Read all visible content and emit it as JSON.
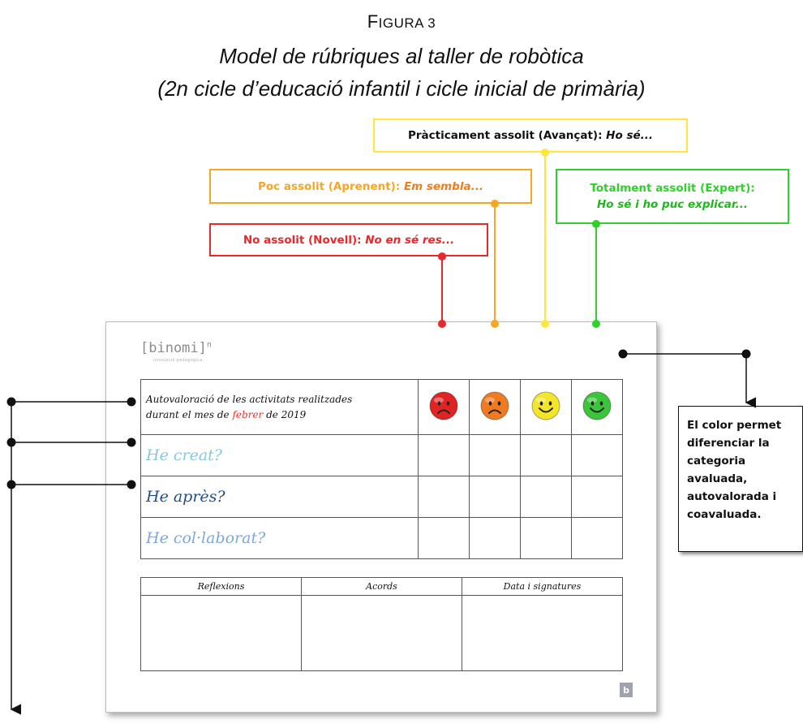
{
  "figure": {
    "label_initial": "F",
    "label_rest": "IGURA 3",
    "title": "Model de rúbriques al taller de robòtica",
    "subtitle": "(2n cicle d’educació infantil i cicle inicial de primària)"
  },
  "categories": [
    {
      "key": "novell",
      "name": "No assolit (Novell):",
      "hint": "No en sé res...",
      "color": "#e8282b",
      "hint_color": "#e8282b"
    },
    {
      "key": "aprenent",
      "name": "Poc assolit (Aprenent):",
      "hint": "Em sembla...",
      "color": "#f5a623",
      "hint_color": "#f07d1b"
    },
    {
      "key": "avancat",
      "name": "Pràcticament assolit (Avançat):",
      "hint": "Ho sé...",
      "color": "#ffe63c",
      "name_color": "#111111",
      "hint_color": "#111111"
    },
    {
      "key": "expert",
      "name": "Totalment assolit (Expert):",
      "hint": "Ho sé i ho puc explicar...",
      "color": "#2fd02c",
      "hint_color": "#1fb81c"
    }
  ],
  "worksheet": {
    "logo": "[binomi]",
    "logo_sup": "n",
    "logo_sub": "innovació pedagògica",
    "header_text_1": "Autovaloració de les activitats realitzades",
    "header_text_2": "durant el mes de",
    "header_month": "febrer",
    "header_year": "de 2019",
    "faces": [
      {
        "name": "sad-face-red",
        "color": "#e02424",
        "mood": "sad"
      },
      {
        "name": "sad-face-orange",
        "color": "#ee7a22",
        "mood": "sad"
      },
      {
        "name": "smiley-face-yellow",
        "color": "#f3e52a",
        "mood": "happy"
      },
      {
        "name": "smiley-face-green",
        "color": "#3cc43a",
        "mood": "happy"
      }
    ],
    "rows": [
      {
        "label": "He creat?",
        "color": "#86c8e0"
      },
      {
        "label": "He après?",
        "color": "#1f4e8c"
      },
      {
        "label": "He col·laborat?",
        "color": "#7fa7d8"
      }
    ],
    "notes_headers": [
      "Reflexions",
      "Acords",
      "Data i signatures"
    ],
    "corner_mark": "b"
  },
  "info_box": {
    "text": "El color permet diferenciar la categoria avaluada, autovalorada i coavaluada."
  }
}
